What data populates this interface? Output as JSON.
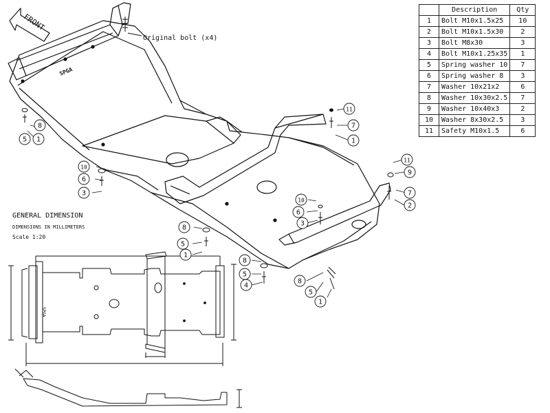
{
  "labels": {
    "front": "FRONT",
    "original_bolt": "Original bolt (x4)",
    "plate_marking": "SPGA",
    "plan_marking": "SPGA"
  },
  "general": {
    "title": "GENERAL DIMENSION",
    "units": "DIMENSIONS IN MILLIMETERS",
    "scale": "Scale 1:20"
  },
  "table": {
    "headers": {
      "no": "",
      "description": "Description",
      "qty": "Qty"
    },
    "rows": [
      {
        "no": "1",
        "description": "Bolt M10x1.5x25",
        "qty": "10"
      },
      {
        "no": "2",
        "description": "Bolt M10x1.5x30",
        "qty": "2"
      },
      {
        "no": "3",
        "description": "Bolt M8x30",
        "qty": "3"
      },
      {
        "no": "4",
        "description": "Bolt M10x1.25x35",
        "qty": "1"
      },
      {
        "no": "5",
        "description": "Spring washer 10",
        "qty": "7"
      },
      {
        "no": "6",
        "description": "Spring washer 8",
        "qty": "3"
      },
      {
        "no": "7",
        "description": "Washer 10x21x2",
        "qty": "6"
      },
      {
        "no": "8",
        "description": "Washer 10x30x2.5",
        "qty": "7"
      },
      {
        "no": "9",
        "description": "Washer 10x40x3",
        "qty": "2"
      },
      {
        "no": "10",
        "description": "Washer 8x30x2.5",
        "qty": "3"
      },
      {
        "no": "11",
        "description": "Safety M10x1.5",
        "qty": "6"
      }
    ]
  },
  "callout_groups": [
    {
      "name": "front-left",
      "items": [
        "8",
        "5",
        "1"
      ]
    },
    {
      "name": "mid-left",
      "items": [
        "10",
        "6",
        "3"
      ]
    },
    {
      "name": "top-bracket",
      "items": [
        "11",
        "7",
        "1"
      ]
    },
    {
      "name": "right-bracket",
      "items": [
        "11",
        "9",
        "7",
        "2"
      ]
    },
    {
      "name": "center",
      "items": [
        "10",
        "6",
        "3"
      ]
    },
    {
      "name": "lower-mid",
      "items": [
        "8",
        "5",
        "1"
      ]
    },
    {
      "name": "lower-right",
      "items": [
        "8",
        "5",
        "4"
      ]
    },
    {
      "name": "bottom-right",
      "items": [
        "8",
        "5",
        "1"
      ]
    }
  ]
}
